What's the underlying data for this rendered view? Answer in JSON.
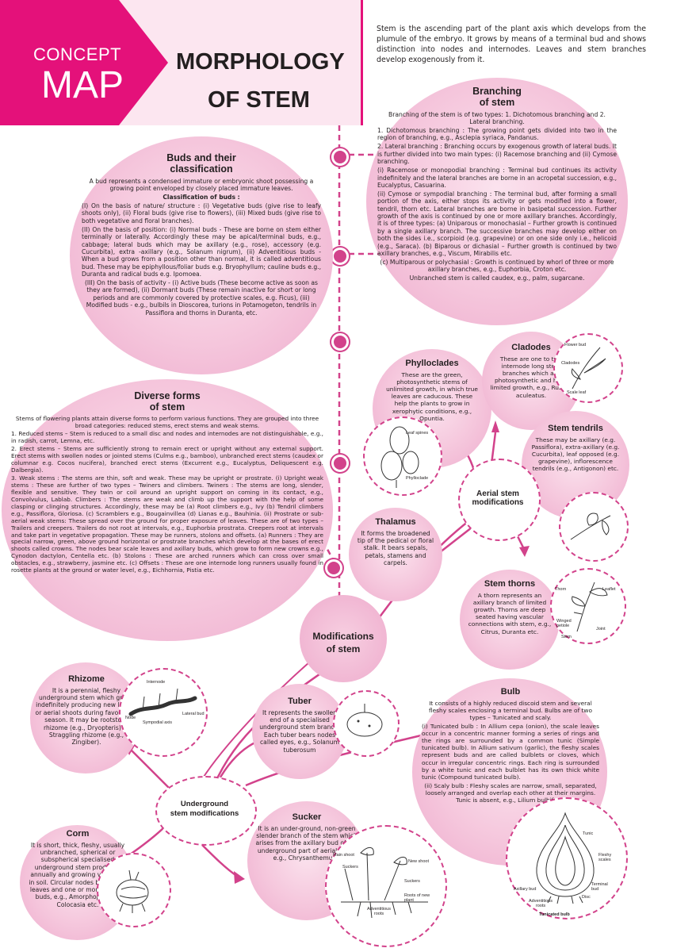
{
  "header": {
    "badge_line1": "CONCEPT",
    "badge_line2": "MAP",
    "title_line1": "MORPHOLOGY",
    "title_line2": "OF STEM",
    "intro": "Stem is the ascending part of the plant axis which develops from the plumule of the embryo. It grows by means of a terminal bud and shows distinction into nodes and internodes. Leaves and stem branches develop exogenously from it."
  },
  "branching": {
    "title_line1": "Branching",
    "title_line2": "of stem",
    "p1": "Branching of the stem is of two types: 1. Dichotomous branching and 2. Lateral branching.",
    "p2": "1. Dichotomous branching : The growing point gets divided into two in the region of branching, e.g., Asclepia syriaca, Pandanus.",
    "p3": "2. Lateral branching : Branching occurs by exogenous growth of lateral buds. It is further divided into two main types: (i) Racemose branching and (ii) Cymose branching.",
    "p4": "(i) Racemose or monopodial branching : Terminal bud continues its activity indefinitely and the lateral branches are borne in an acropetal succession, e.g., Eucalyptus, Casuarina.",
    "p5": "(ii) Cymose or sympodial branching : The terminal bud, after forming a small portion of the axis, either stops its activity or gets modified into a flower, tendril, thorn etc. Lateral branches are borne in basipetal succession. Further growth of the axis is continued by one or more axillary branches. Accordingly, it is of three types: (a) Uniparous or monochasial – Further growth is continued by a single axillary branch. The successive branches may develop either on both the sides i.e., scorpioid (e.g. grapevine) or on one side only i.e., helicoid (e.g., Saraca). (b) Biparous or dichasial – Further growth is continued by two axillary branches, e.g., Viscum, Mirabilis etc.",
    "p6": "(c) Multiparous or polychasial : Growth is continued by whorl of three or more axillary branches, e.g., Euphorbia, Croton etc.",
    "p7": "Unbranched stem is called caudex, e.g., palm, sugarcane."
  },
  "buds": {
    "title_line1": "Buds and their",
    "title_line2": "classification",
    "p1": "A bud represents a condensed immature or embryonic shoot possessing a growing point enveloped by closely placed immature leaves.",
    "p2": "Classification of buds :",
    "p3": "(I) On the basis of nature/ structure : (i) Vegetative buds (give rise to leafy shoots only), (ii) Floral buds (give rise to flowers), (iii) Mixed buds (give rise to both vegetative and floral branches).",
    "p4": "(II) On the basis of position: (i) Normal buds - These are borne on stem either terminally or laterally. Accordingly these may be apical/terminal buds, e.g., cabbage; lateral buds which may be axillary (e.g., rose), accessory (e.g. Cucurbita), extra -axillary (e.g., Solanum nigrum), (ii) Adventitious buds - When a bud grows from a position other than normal, it is called adventitious bud. These may be epiphyllous/foliar buds e.g. Bryophyllum; cauline buds e.g., Duranta and radical buds e.g. Ipomoea.",
    "p5": "(III) On the basis of activity - (i) Active buds (These become active as soon as they are formed), (ii) Dormant buds (These remain inactive for short or long periods and are commonly covered by protective scales, e.g. Ficus), (iii) Modified buds - e.g., bulbils in Dioscorea, turions in Potamogeton, tendrils in Passiflora and thorns in Duranta, etc."
  },
  "diverse": {
    "title_line1": "Diverse forms",
    "title_line2": "of stem",
    "p1": "Stems of flowering plants attain diverse forms to perform various functions. They are grouped into three broad categories: reduced stems, erect stems and weak stems.",
    "p2": "1. Reduced stems – Stem is reduced to a small disc and nodes and internodes are not distinguishable, e.g., in radish, carrot, Lemna, etc.",
    "p3": "2. Erect stems – Stems are sufficiently strong to remain erect or upright without any external support. Erect stems with swollen nodes or jointed stems (Culms e.g., bamboo), unbranched erect stems (caudex or columnar e.g. Cocos nucifera), branched erect stems (Excurrent e.g., Eucalyptus, Deliquescent e.g. Dalbergia).",
    "p4": "3. Weak stems : The stems are thin, soft and weak. These may be upright or prostrate. (i) Upright weak stems : These are further of two types – Twiners and climbers. Twiners : The stems are long, slender, flexible and sensitive. They twin or coil around an upright support on coming in its contact, e.g., Convolvulus, Lablab. Climbers : The stems are weak and climb up the support with the help of some clasping or clinging structures. Accordingly, these may be (a) Root climbers e.g., Ivy (b) Tendril climbers e.g., Passiflora, Gloriosa. (c) Scramblers e.g., Bougainvillea (d) Lianas e.g., Bauhinia. (ii) Prostrate or sub-aerial weak stems: These spread over the ground for proper exposure of leaves. These are of two types – Trailers and creepers. Trailers do not root at intervals, e.g., Euphorbia prostrata. Creepers root at intervals and take part in vegetative propagation. These may be runners, stolons and offsets. (a) Runners : They are special narrow, green, above ground horizontal or prostrate branches which develop at the bases of erect shoots called crowns. The nodes bear scale leaves and axillary buds, which grow to form new crowns e.g., Cynodon dactylon, Centella etc. (b) Stolons : These are arched runners which can cross over small obstacles, e.g., strawberry, jasmine etc. (c) Offsets : These are one internode long runners usually found in rosette plants at the ground or water level, e.g., Eichhornia, Pistia etc."
  },
  "phylloclades": {
    "title": "Phylloclades",
    "text": "These are the green, photosynthetic stems of unlimited growth, in which true leaves are caducous. These help the plants to grow in xerophytic conditions, e.g., Opuntia.",
    "label_leaf_spines": "Leaf spines",
    "label_phylloclade": "Phylloclade"
  },
  "cladodes": {
    "title": "Cladodes",
    "text": "These are one to two internode long stem branches which are photosynthetic and have limited growth, e.g., Ruscus aculeatus.",
    "label_flower_bud": "Flower bud",
    "label_cladodes": "Cladodes",
    "label_scale_leaf": "Scale leaf"
  },
  "tendrils": {
    "title": "Stem tendrils",
    "text": "These may be axillary (e.g. Passiflora), extra-axillary (e.g. Cucurbita), leaf opposed (e.g. grapevine), inflorescence tendrils (e.g., Antigonon) etc."
  },
  "aerial": {
    "label_line1": "Aerial stem",
    "label_line2": "modifications"
  },
  "thalamus": {
    "title": "Thalamus",
    "text": "It forms the broadened tip of the pedical or floral stalk. It bears sepals, petals, stamens and carpels."
  },
  "thorns": {
    "title": "Stem thorns",
    "text": "A thorn represents an axillary branch of limited growth. Thorns are deep seated having vascular connections with stem, e.g., Citrus, Duranta etc.",
    "label_thorn": "Thorn",
    "label_leaflet": "Leaflet",
    "label_winged": "Winged petiole",
    "label_joint": "Joint",
    "label_stem": "Stem"
  },
  "modifications": {
    "label_line1": "Modifications",
    "label_line2": "of stem"
  },
  "rhizome": {
    "title": "Rhizome",
    "text": "It is a perennial, fleshy underground stem which grows indefinitely producing new leaves or aerial shoots during favourable season. It may be rootstock rhizome (e.g., Dryopteris) or Straggling rhizome (e.g., Zingiber).",
    "label_internode": "Internode",
    "label_node": "Node",
    "label_symp": "Sympodial axis",
    "label_lateral": "Lateral bud"
  },
  "tuber": {
    "title": "Tuber",
    "text": "It represents the swollen end of a specialised underground stem branch. Each tuber bears nodes called eyes, e.g., Solanum tuberosum"
  },
  "bulb": {
    "title": "Bulb",
    "p1": "It consists of a highly reduced discoid stem and several fleshy scales enclosing a terminal bud. Bulbs are of two types – Tunicated and scaly.",
    "p2": "(i) Tunicated bulb : In Allium cepa (onion), the scale leaves occur in a concentric manner forming a series of rings and the rings are surrounded by a common tunic (Simple tunicated bulb). In Allium sativum (garlic), the fleshy scales represent buds and are called bulblets or cloves, which occur in irregular concentric rings. Each ring is surrounded by a white tunic and each bulblet has its own thick white tunic (Compound tunicated bulb).",
    "p3": "(ii) Scaly bulb : Fleshy scales are narrow, small, separated, loosely arranged and overlap each other at their margins. Tunic is absent, e.g., Lilium bulbifera.",
    "label_tunic": "Tunic",
    "label_fleshy": "Fleshy scales",
    "label_terminal": "Terminal bud",
    "label_axillary": "Axillary bud",
    "label_disc": "Disc",
    "label_adventitious": "Adventitious roots",
    "caption": "Tunicated bulb"
  },
  "underground": {
    "label_line1": "Underground",
    "label_line2": "stem modifications"
  },
  "corm": {
    "title": "Corm",
    "text": "It is short, thick, fleshy, usually unbranched, spherical or subspherical specialised underground stem produced annually and growing vertically in soil. Circular nodes bear scale leaves and one or more axillary buds, e.g., Amorphophallus, Colocasia etc."
  },
  "sucker": {
    "title": "Sucker",
    "text": "It is an under-ground, non-green slender branch of the stem which arises from the axillary bud of the underground part of aerial stem, e.g., Chrysanthemum.",
    "label_main": "Main shoot",
    "label_new": "New shoot",
    "label_suckers1": "Suckers",
    "label_suckers2": "Suckers",
    "label_roots_new": "Roots of new plant",
    "label_adv": "Adventitious roots"
  },
  "colors": {
    "magenta": "#d2428b",
    "pink_light": "#fbe3ee",
    "pink_mid": "#f5c6dc",
    "header_magenta": "#e4117a"
  }
}
